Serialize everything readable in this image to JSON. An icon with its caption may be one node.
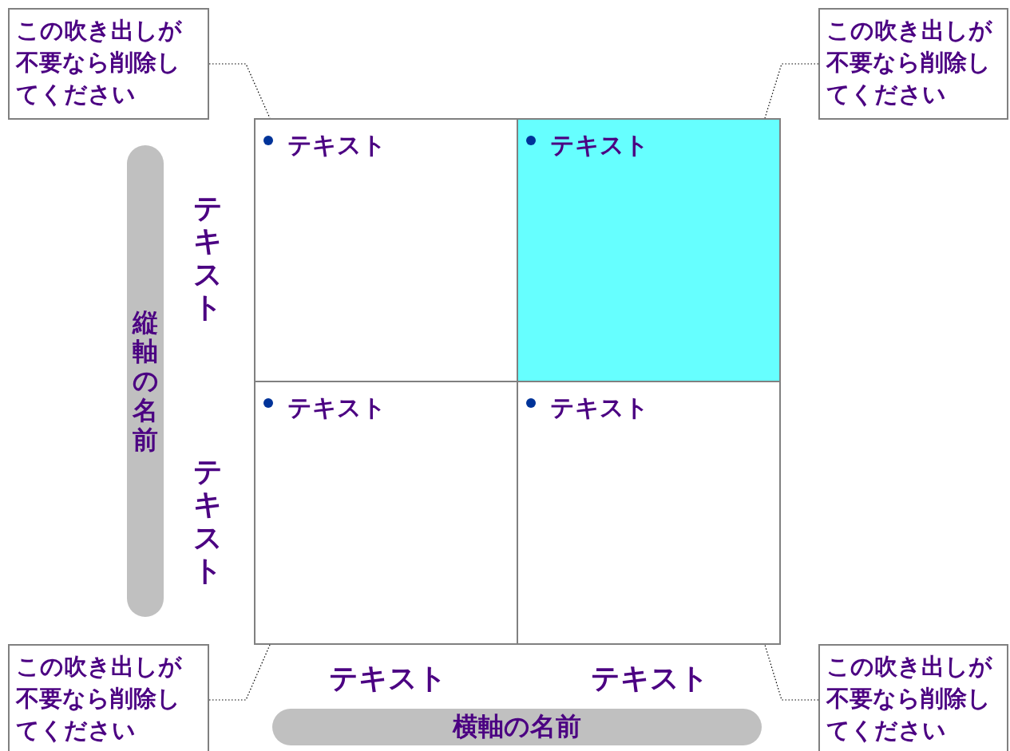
{
  "diagram": {
    "nodes": [
      {
        "text": [
          "この吹き出しが不要なら削除してください"
        ]
      },
      {
        "text": [
          "この吹き出しが不要なら削除してください"
        ]
      },
      {
        "text": [
          "テキスト"
        ]
      },
      {
        "text": [
          "テキスト"
        ]
      },
      {
        "text": [
          "縦軸の名前"
        ]
      },
      {
        "text": [
          "テキスト"
        ]
      },
      {
        "text": [
          "テキスト"
        ]
      },
      {
        "text": [
          "この吹き出しが不要なら削除してください"
        ]
      },
      {
        "text": [
          "この吹き出しが不要なら削除してください"
        ]
      },
      {
        "text": [
          "横軸の名前"
        ]
      }
    ],
    "edges": [
      {
        "from": 0,
        "to": 2,
        "arrow": "none"
      },
      {
        "from": 1,
        "to": 3,
        "arrow": "none"
      },
      {
        "from": 7,
        "to": 5,
        "arrow": "none"
      },
      {
        "from": 8,
        "to": 6,
        "arrow": "none"
      }
    ],
    "labels": [
      "テキスト",
      "テキスト",
      "テキスト",
      "テキスト"
    ]
  }
}
